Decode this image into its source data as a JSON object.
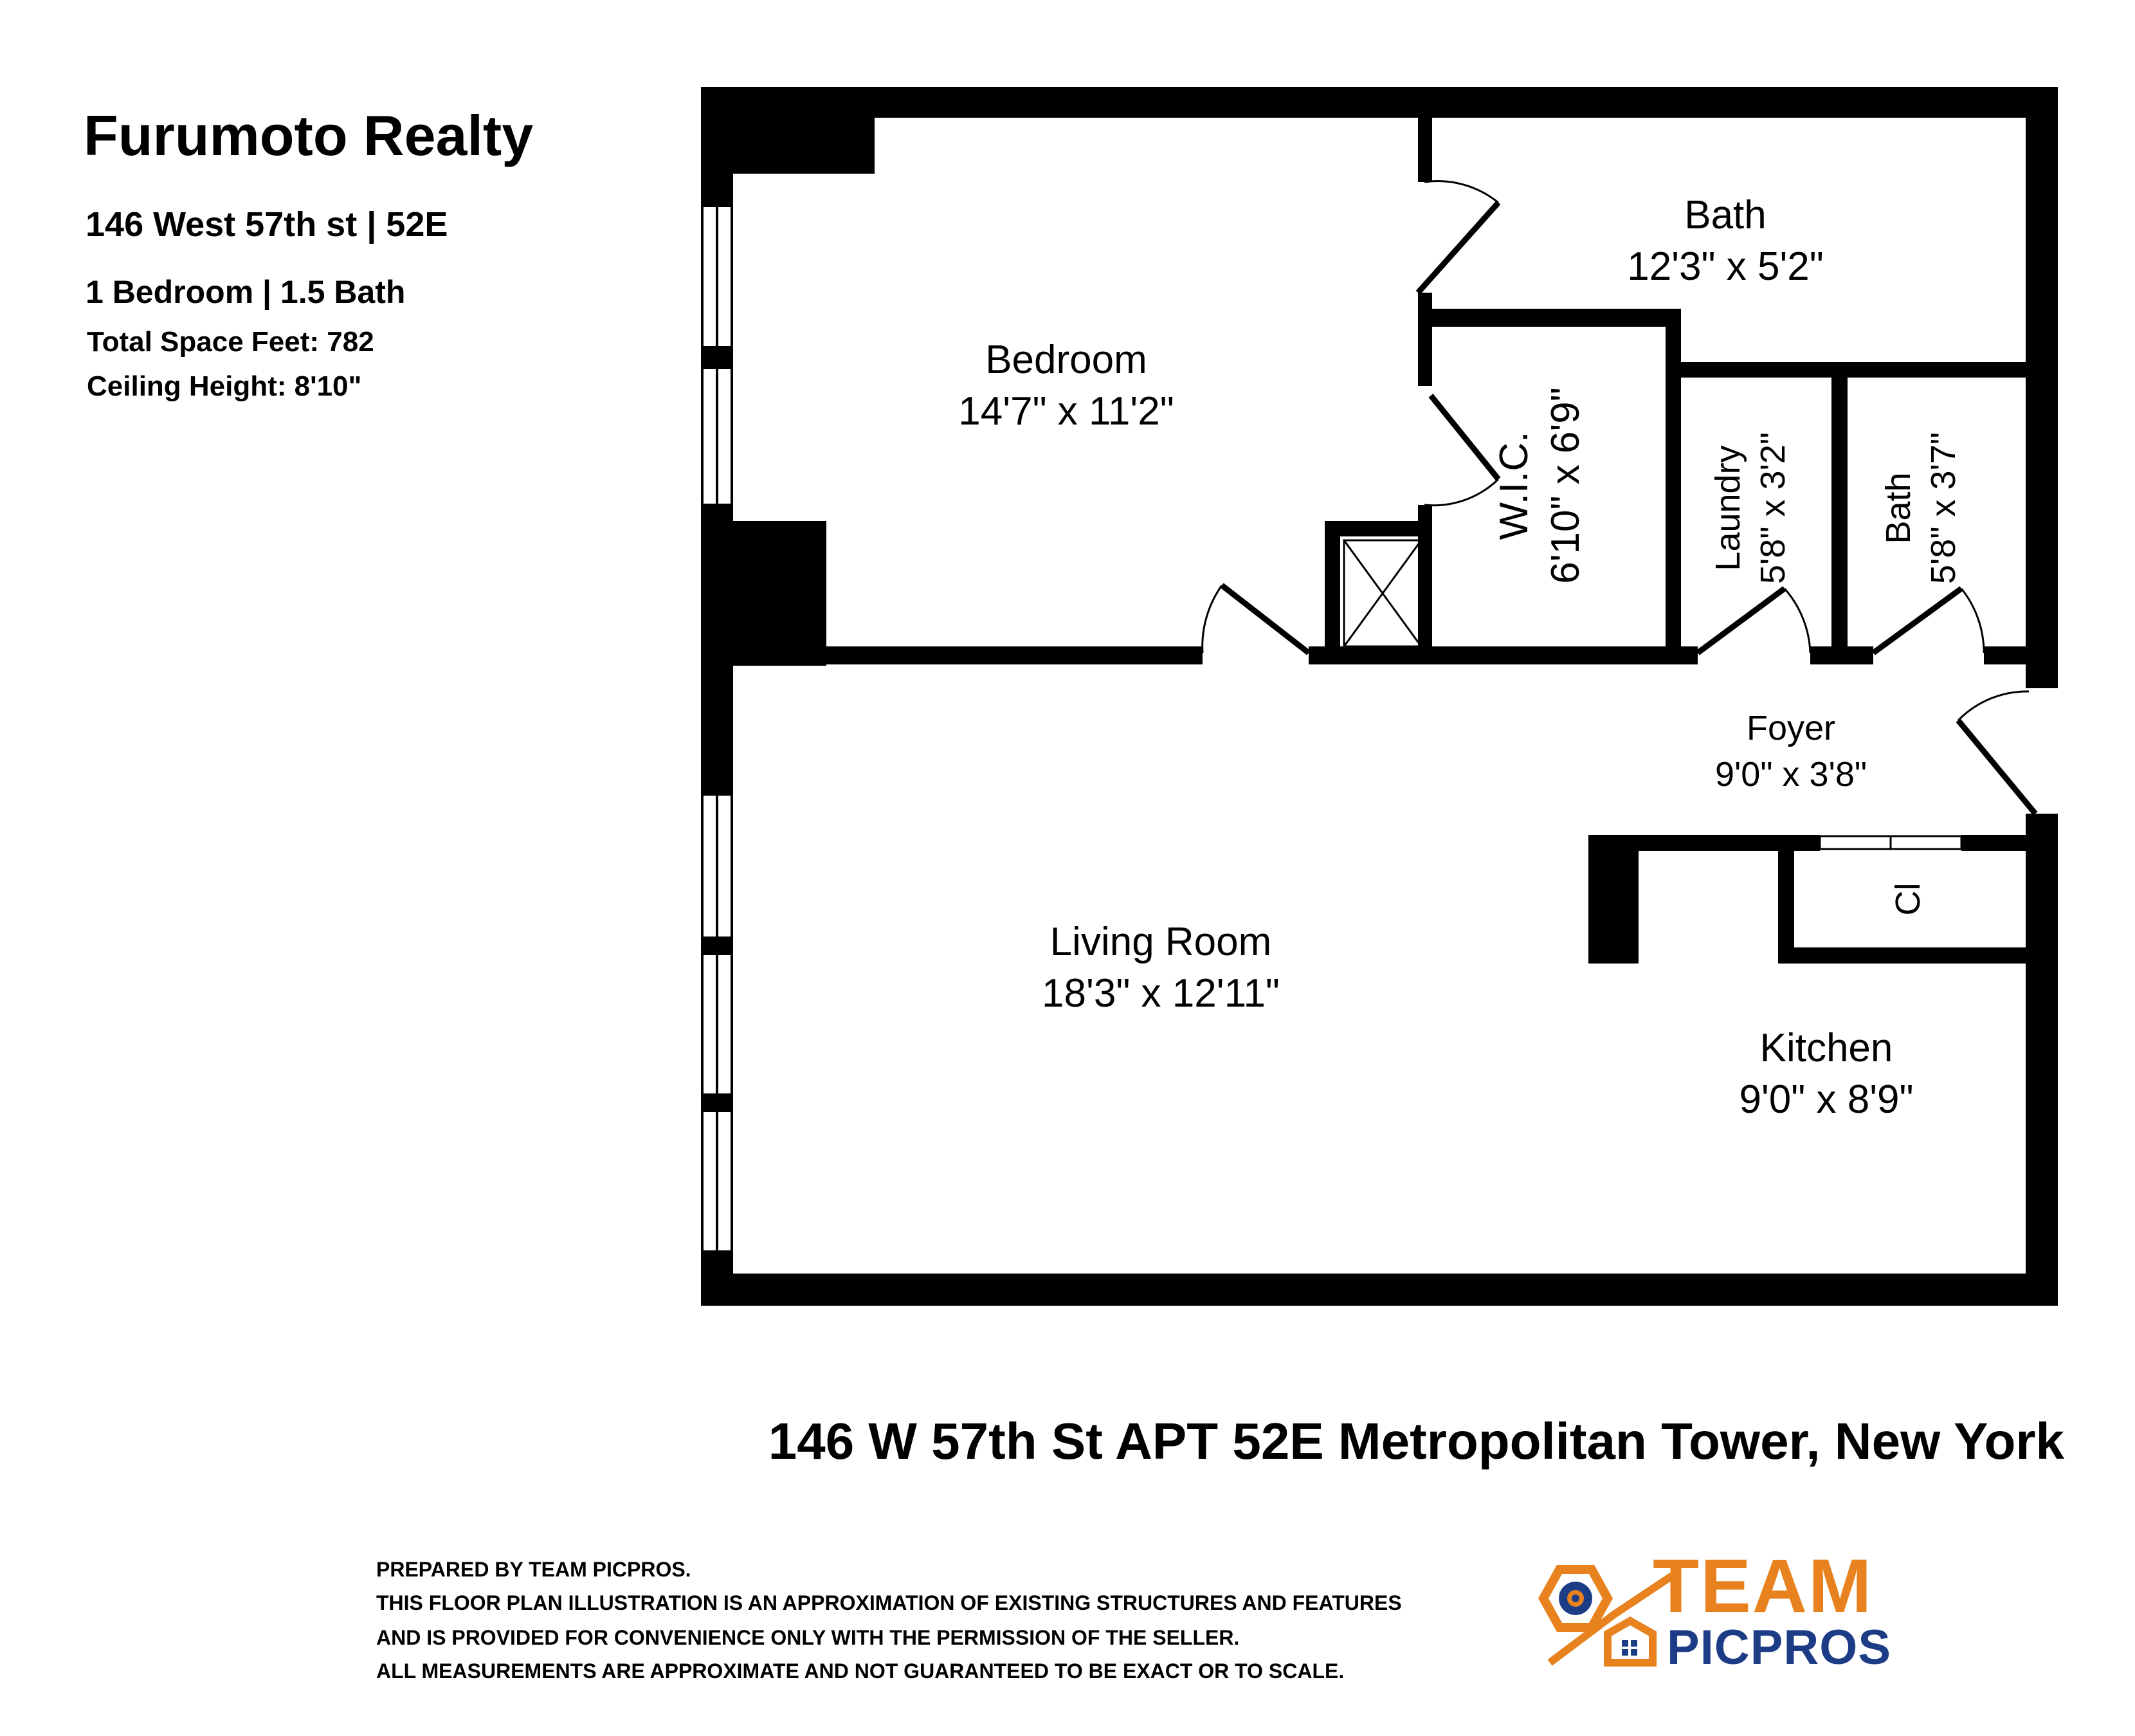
{
  "listing": {
    "agent": "Furumoto Realty",
    "unit_line": "146 West 57th st | 52E",
    "layout_line": "1 Bedroom | 1.5 Bath",
    "space_line": "Total Space Feet: 782",
    "ceiling_line": "Ceiling Height: 8'10\""
  },
  "rooms": [
    {
      "name": "Bedroom",
      "dims": "14'7\" x 11'2\""
    },
    {
      "name": "Bath",
      "dims": "12'3\" x 5'2\""
    },
    {
      "name": "W.I.C.",
      "dims": "6'10\" x 6'9\""
    },
    {
      "name": "Laundry",
      "dims": "5'8\" x 3'2\""
    },
    {
      "name": "Bath",
      "dims": "5'8\" x 3'7\""
    },
    {
      "name": "Foyer",
      "dims": "9'0\" x 3'8\""
    },
    {
      "name": "Cl",
      "dims": ""
    },
    {
      "name": "Living Room",
      "dims": "18'3\" x 12'11\""
    },
    {
      "name": "Kitchen",
      "dims": "9'0\" x 8'9\""
    }
  ],
  "address": "146 W 57th St APT 52E Metropolitan Tower, New York",
  "disclaimer": [
    "PREPARED BY TEAM PICPROS.",
    "THIS FLOOR PLAN ILLUSTRATION IS AN APPROXIMATION OF EXISTING STRUCTURES AND FEATURES",
    "AND IS PROVIDED FOR CONVENIENCE ONLY WITH THE PERMISSION OF THE SELLER.",
    "ALL MEASUREMENTS ARE APPROXIMATE AND NOT GUARANTEED TO BE EXACT OR TO SCALE."
  ],
  "logo": {
    "word1": "TEAM",
    "word2": "PICPROS",
    "orange": "#e8821e",
    "blue": "#1c3c86"
  },
  "colors": {
    "wall": "#000000",
    "background": "#ffffff"
  }
}
